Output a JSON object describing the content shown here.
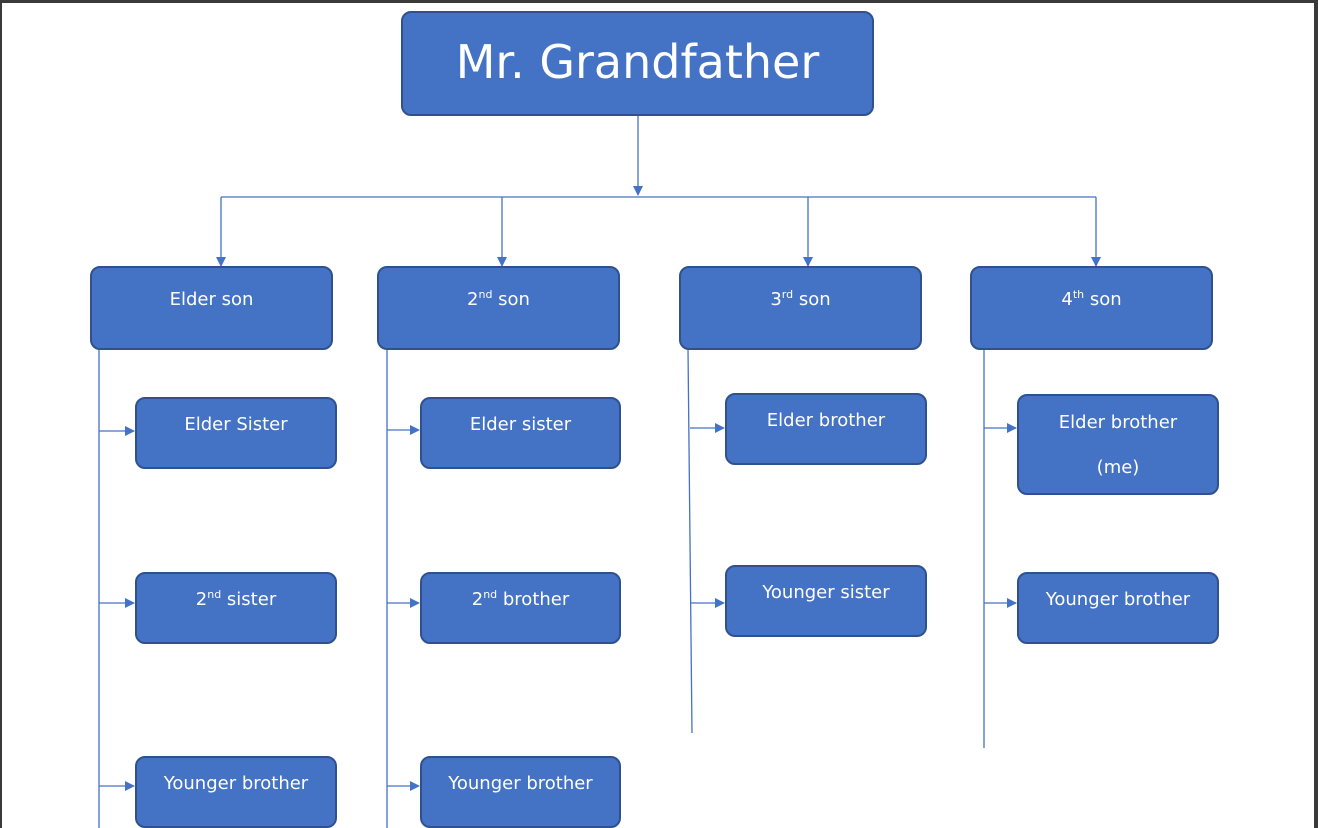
{
  "root": {
    "label": "Mr. Grandfather"
  },
  "sons": [
    {
      "label": {
        "pre": "Elder son",
        "sup": "",
        "post": ""
      },
      "children": [
        {
          "pre": "Elder Sister",
          "sup": "",
          "post": ""
        },
        {
          "pre": "2",
          "sup": "nd",
          "post": " sister"
        },
        {
          "pre": "Younger brother",
          "sup": "",
          "post": ""
        }
      ]
    },
    {
      "label": {
        "pre": "2",
        "sup": "nd",
        "post": " son"
      },
      "children": [
        {
          "pre": "Elder sister",
          "sup": "",
          "post": ""
        },
        {
          "pre": "2",
          "sup": "nd",
          "post": " brother"
        },
        {
          "pre": "Younger brother",
          "sup": "",
          "post": ""
        }
      ]
    },
    {
      "label": {
        "pre": "3",
        "sup": "rd",
        "post": " son"
      },
      "children": [
        {
          "pre": "Elder brother",
          "sup": "",
          "post": ""
        },
        {
          "pre": "Younger sister",
          "sup": "",
          "post": ""
        }
      ]
    },
    {
      "label": {
        "pre": "4",
        "sup": "th",
        "post": " son"
      },
      "children": [
        {
          "pre": "Elder brother",
          "sup": "",
          "post": "",
          "line2": "(me)"
        },
        {
          "pre": "Younger brother",
          "sup": "",
          "post": ""
        }
      ]
    }
  ],
  "colors": {
    "node_fill": "#4472c4",
    "node_border": "#2f528f",
    "connector": "#4472c4",
    "text": "#ffffff"
  }
}
